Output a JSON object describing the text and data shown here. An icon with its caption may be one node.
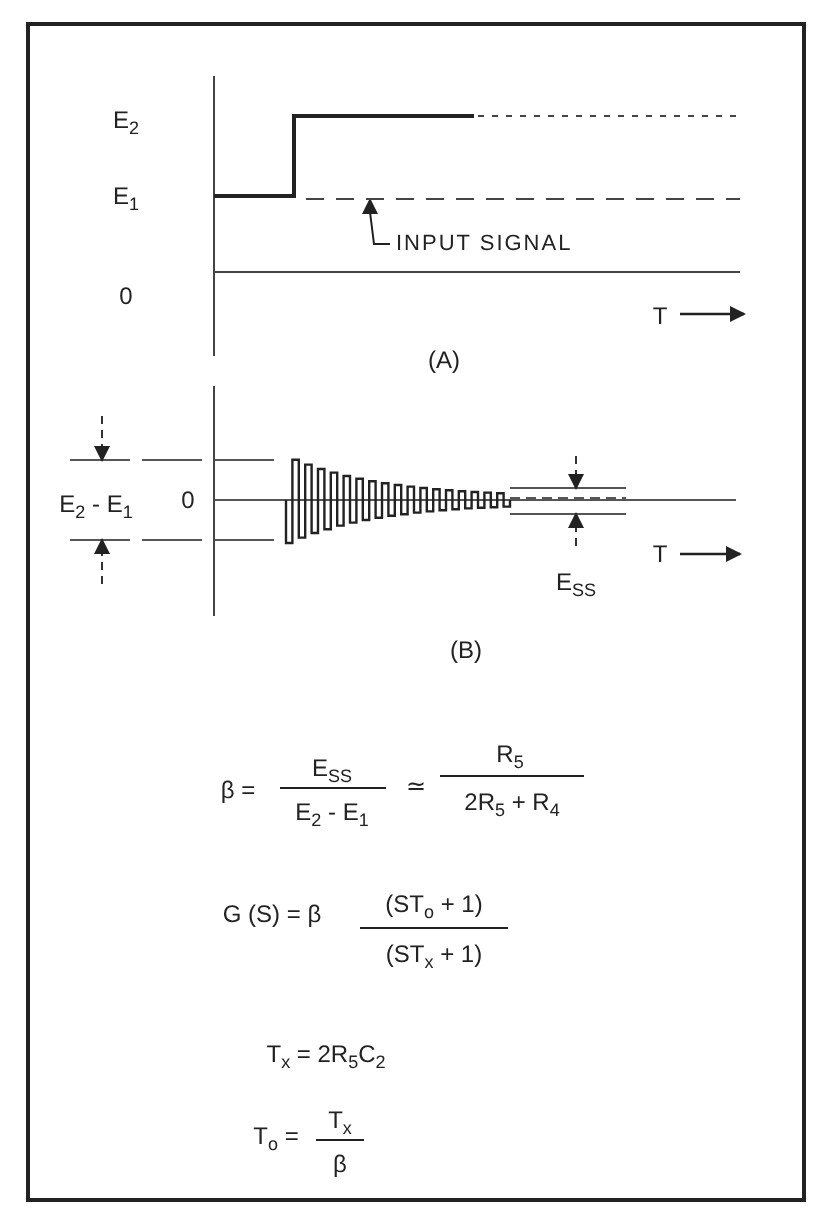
{
  "diagram": {
    "nodes": [
      {
        "text": [
          "INPUT SIGNAL"
        ]
      },
      {
        "text": [],
        "shape": "line"
      }
    ],
    "edges": [
      {
        "from": 0,
        "to": 1,
        "arrow": "to"
      }
    ],
    "labels": [
      "E$_{2}$",
      "E$_{1}$",
      "0",
      "T",
      "(A)",
      "E$_{2}$ - E$_{1}$",
      "0",
      "T",
      "E$_{SS}$",
      "(B)",
      "β =",
      "E$_{SS}$",
      "E$_{2}$ - E$_{1}$",
      "≃",
      "R$_{5}$",
      "2R$_{5}$ + R$_{4}$",
      "G (S) = β",
      "(ST$_{o}$ + 1)",
      "(ST$_{x}$ + 1)",
      "T$_{x}$ = 2R$_{5}$C$_{2}$",
      "T$_{o}$ =",
      "T$_{x}$",
      "β"
    ]
  }
}
